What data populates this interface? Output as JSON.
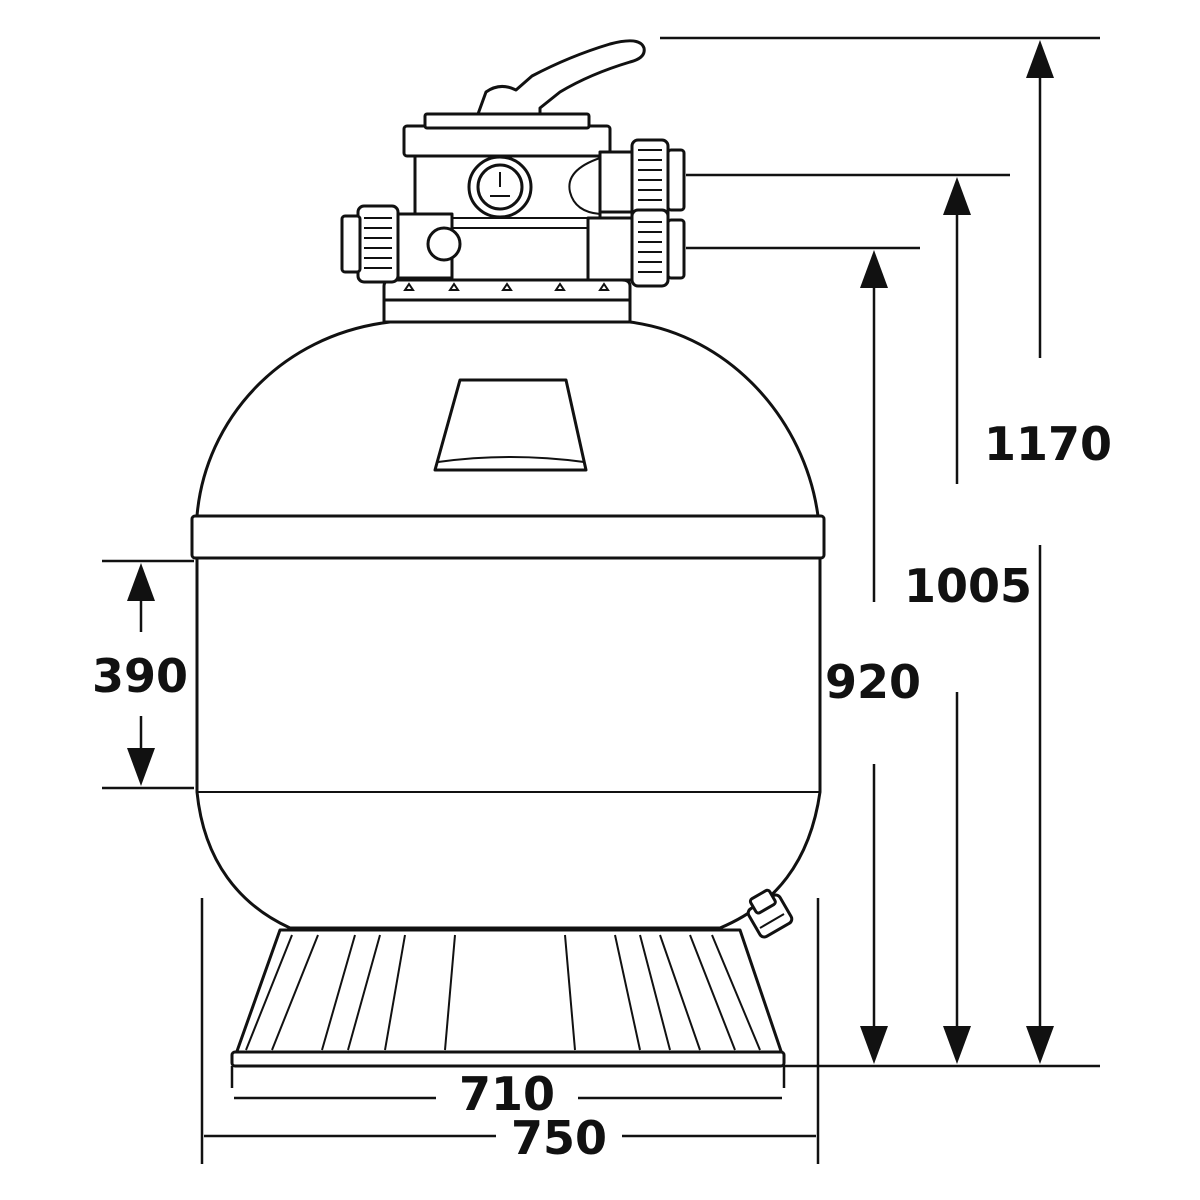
{
  "dimensions": {
    "height_total": "1170",
    "height_upper_port": "1005",
    "height_lower_port": "920",
    "band_height": "390",
    "base_width_inner": "710",
    "base_width_outer": "750"
  },
  "colors": {
    "line": "#111111",
    "background": "#ffffff"
  }
}
